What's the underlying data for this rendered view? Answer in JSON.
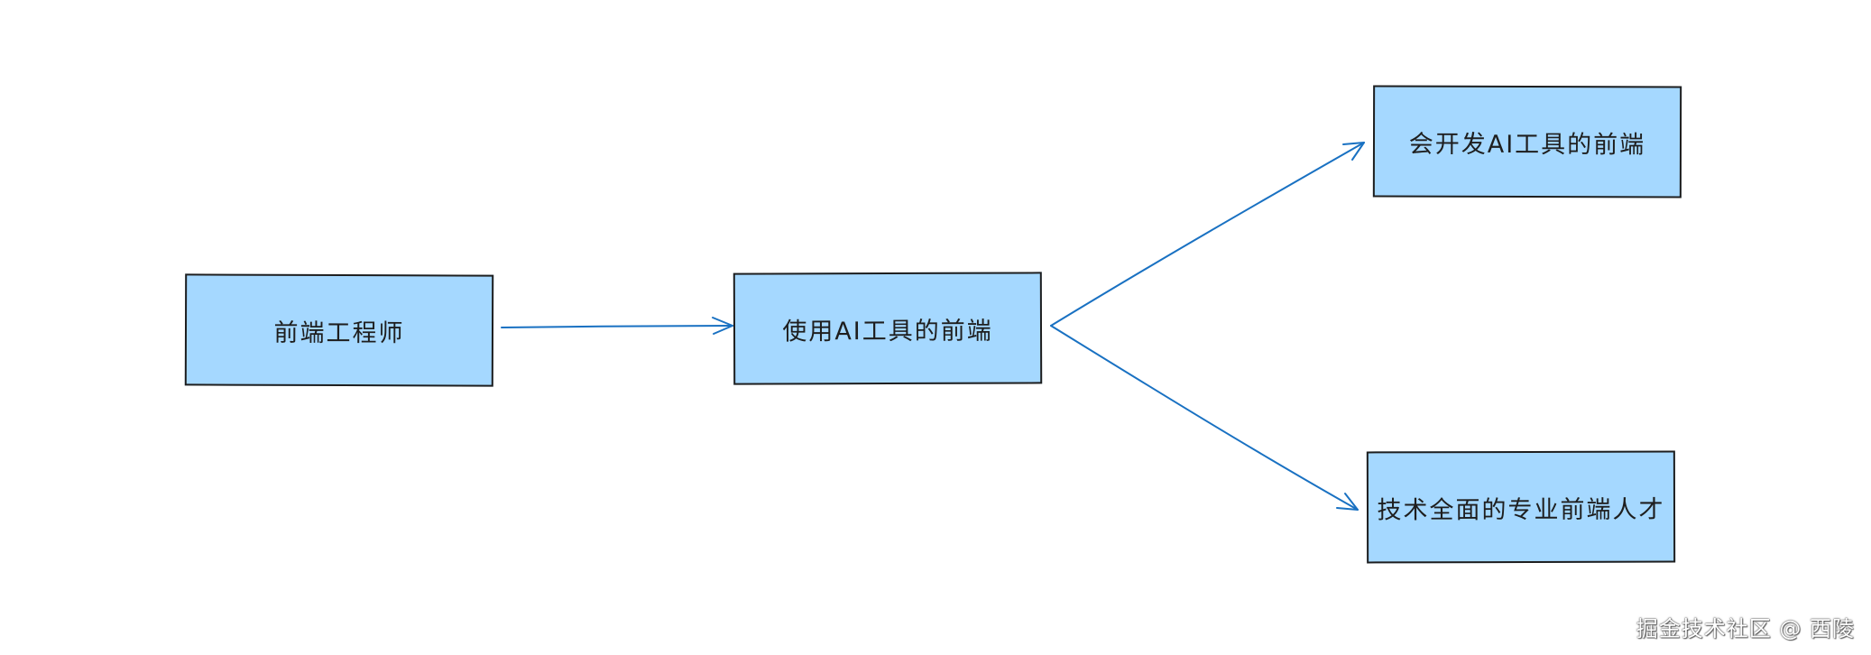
{
  "diagram": {
    "nodes": [
      {
        "id": "n1",
        "label": "前端工程师"
      },
      {
        "id": "n2",
        "label": "使用AI工具的前端"
      },
      {
        "id": "n3",
        "label": "会开发AI工具的前端"
      },
      {
        "id": "n4",
        "label": "技术全面的专业前端人才"
      }
    ],
    "edges": [
      {
        "from": "n1",
        "to": "n2"
      },
      {
        "from": "n2",
        "to": "n3"
      },
      {
        "from": "n2",
        "to": "n4"
      }
    ],
    "colors": {
      "node_fill": "#a5d8ff",
      "node_stroke": "#1e1e1e",
      "edge": "#1971c2"
    }
  },
  "watermark": "掘金技术社区 @ 西陵"
}
